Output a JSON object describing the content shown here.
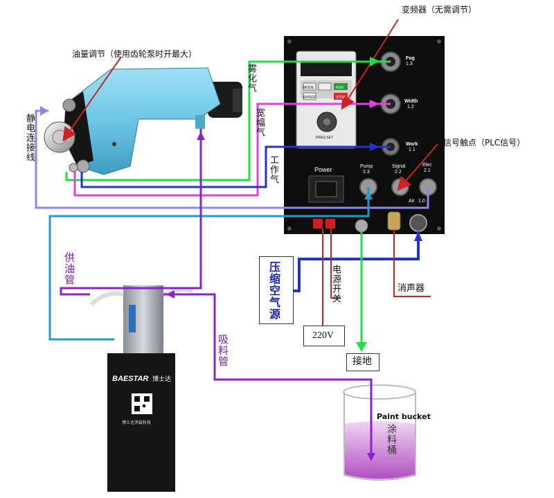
{
  "labels": {
    "inverter": "变频器（无需调节）",
    "oil_adjust": "油量调节（使用齿轮泵时开最大）",
    "electrostatic": "静电连接线",
    "atomizing_air": "雾化气",
    "fan_air": "宽幅气",
    "working_air": "工作气",
    "signal_contact": "信号触点（PLC信号）",
    "oil_supply_pipe": "供油管",
    "suction_pipe": "吸料管",
    "compressed_air": "压缩空气源",
    "power_switch": "电源开关",
    "voltage": "220V",
    "muffler": "消声器",
    "ground": "接地",
    "paint_bucket_en": "Paint bucket",
    "paint_bucket_cn": "涂料桶"
  },
  "panel": {
    "fog": "Fog",
    "fog_num": "1.3",
    "width": "Width",
    "width_num": "1.2",
    "work": "Work",
    "work_num": "1.1",
    "power": "Power",
    "pump": "Pump",
    "pump_num": "2.3",
    "signal": "Signal",
    "signal_num": "2.2",
    "elec": "Elec",
    "elec_num": "2.1",
    "air": "Air",
    "air_num": "1.0"
  },
  "inverter_panel": {
    "mode": "MODE",
    "run": "RUN",
    "enter": "ENTER",
    "stop": "STOP",
    "freq_set": "FREQ.SET"
  },
  "pump_unit": {
    "brand": "BAESTAR",
    "brand_cn": "博士达",
    "company": "博士达涂装科技"
  },
  "colors": {
    "green_line": "#22dd44",
    "magenta_line": "#dd44dd",
    "blue_line": "#2233cc",
    "lavender_line": "#8888ee",
    "purple_line": "#8822cc",
    "teal_line": "#2299cc",
    "red_line": "#cc2222",
    "gun_body": "#6cc6e6",
    "panel": "#111111"
  }
}
